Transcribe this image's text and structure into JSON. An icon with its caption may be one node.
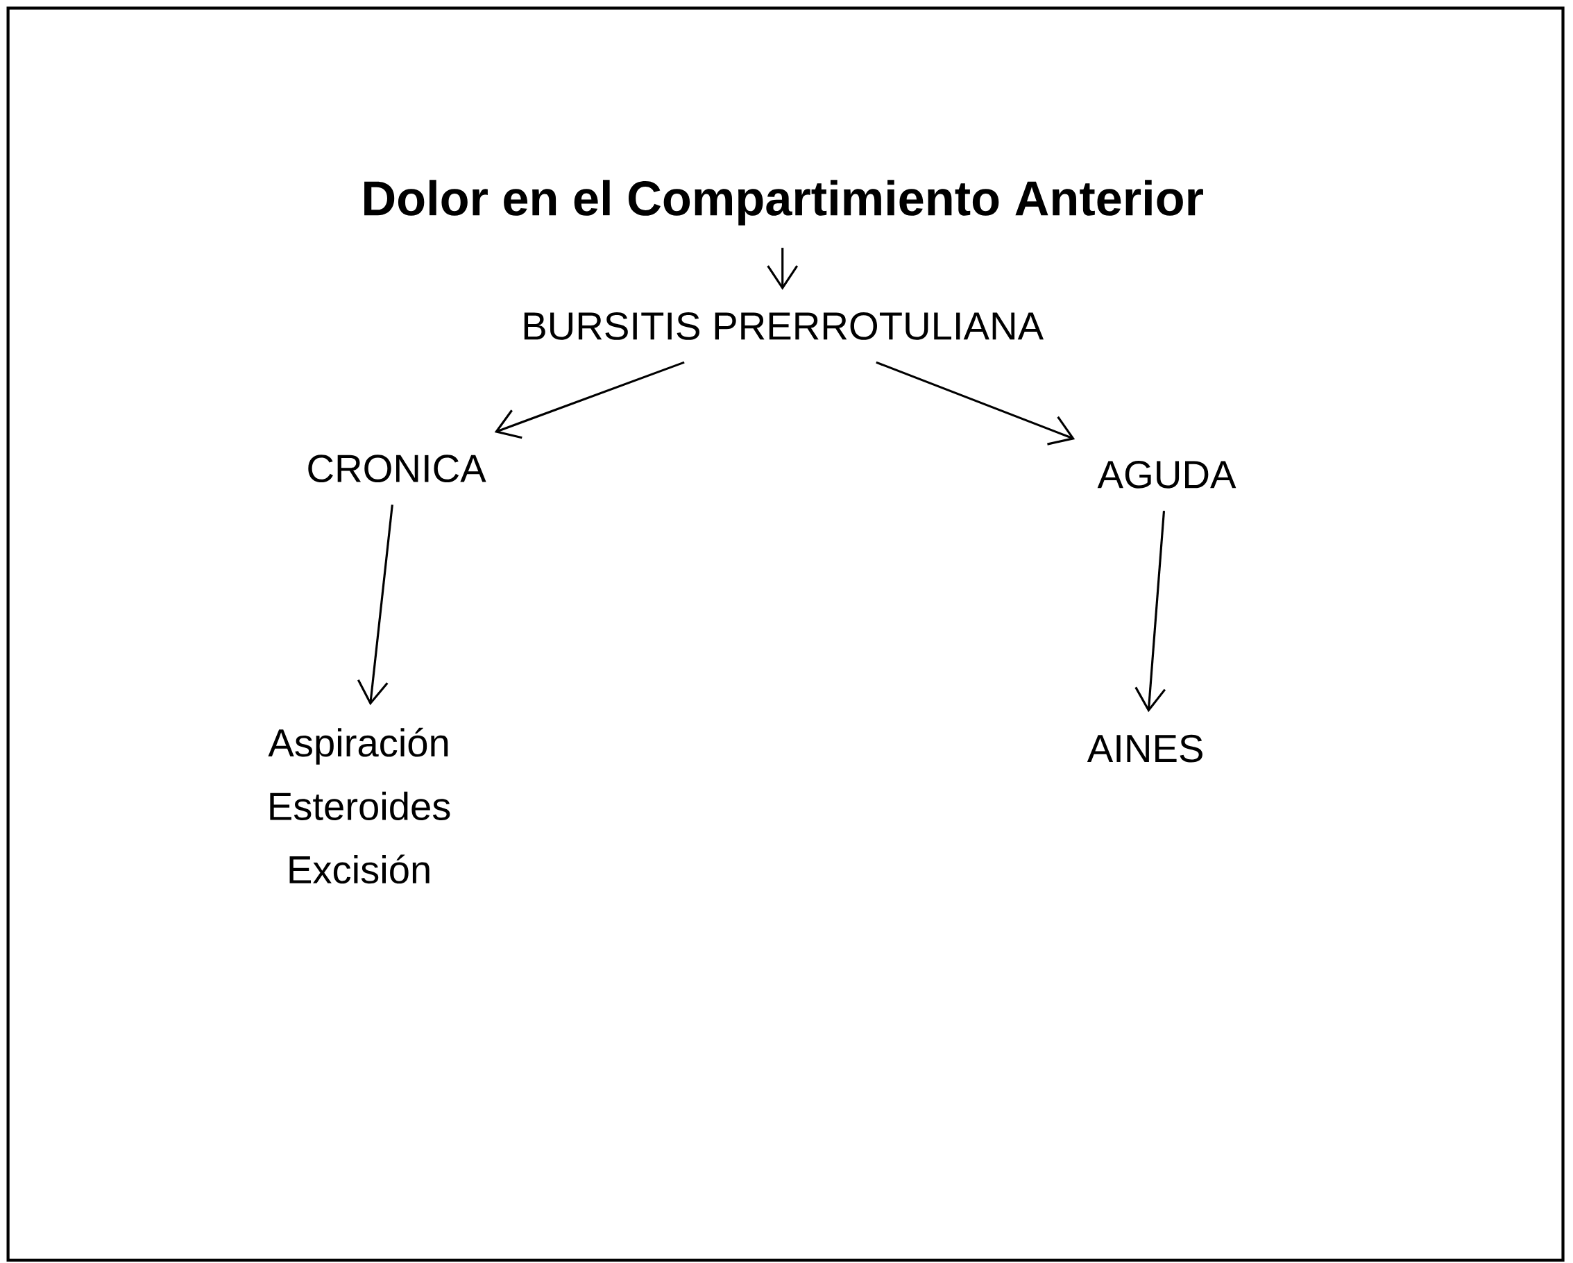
{
  "diagram": {
    "nodes": [
      {
        "text": [
          "Dolor en el Compartimiento Anterior"
        ]
      },
      {
        "text": [
          "BURSITIS PRERROTULIANA"
        ]
      },
      {
        "text": [
          "CRONICA"
        ]
      },
      {
        "text": [
          "AGUDA"
        ]
      },
      {
        "text": [
          "Aspiración",
          "Esteroides",
          "Excisión"
        ]
      },
      {
        "text": [
          "AINES"
        ]
      }
    ],
    "edges": [
      {
        "from": 0,
        "to": 1,
        "arrow": "to"
      },
      {
        "from": 1,
        "to": 2,
        "arrow": "to"
      },
      {
        "from": 1,
        "to": 3,
        "arrow": "to"
      },
      {
        "from": 2,
        "to": 4,
        "arrow": "to"
      },
      {
        "from": 3,
        "to": 5,
        "arrow": "to"
      }
    ]
  }
}
